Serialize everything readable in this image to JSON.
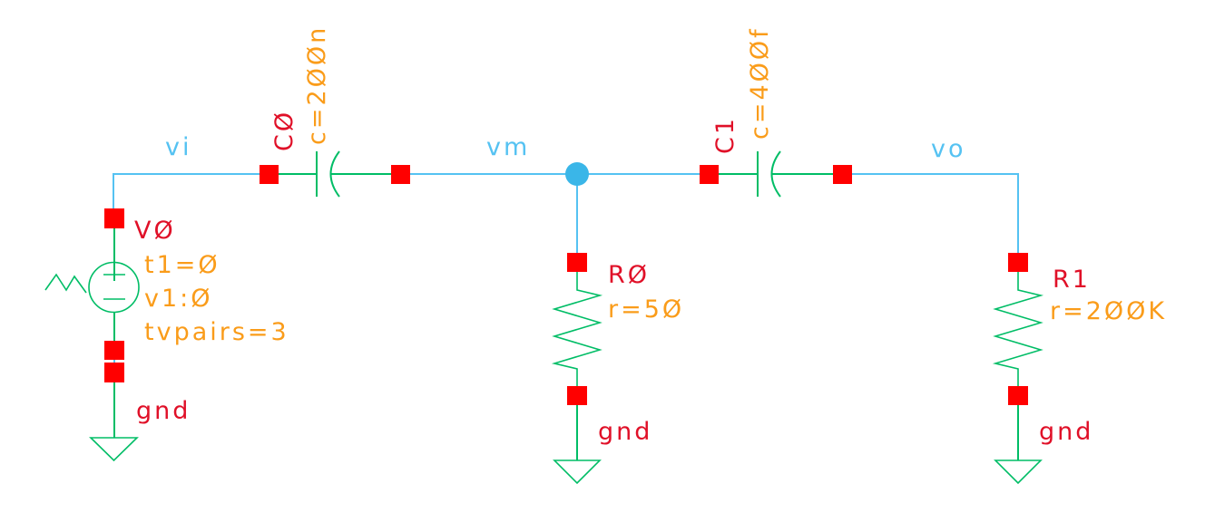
{
  "schematic": {
    "nets": {
      "vi": "vi",
      "vm": "vm",
      "vo": "vo"
    },
    "vsource": {
      "name": "VØ",
      "prop_t1": "t1=Ø",
      "prop_v1": "v1:Ø",
      "prop_tvpairs": "tvpairs=3"
    },
    "c0": {
      "name": "CØ",
      "value": "c=2ØØn"
    },
    "c1": {
      "name": "C1",
      "value": "c=4ØØf"
    },
    "r0": {
      "name": "RØ",
      "value": "r=5Ø"
    },
    "r1": {
      "name": "R1",
      "value": "r=2ØØK"
    },
    "gnd_label": "gnd"
  },
  "colors": {
    "wire": "#55C2F2",
    "dot": "#3AB6E8",
    "symbol": "#00BD66",
    "pin": "#FF0000",
    "inst": "#E01028",
    "prop": "#FA9C1A",
    "net": "#55C2F2",
    "bg": "#FFFFFF"
  }
}
